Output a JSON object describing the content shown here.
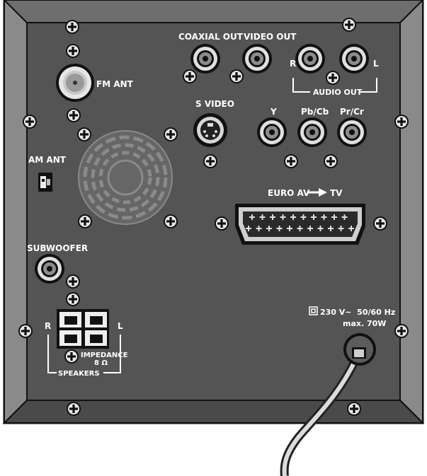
{
  "labels": {
    "coaxial_out": "COAXIAL OUT",
    "video_out": "VIDEO OUT",
    "fm_ant": "FM ANT",
    "audio_out": "AUDIO OUT",
    "audio_r": "R",
    "audio_l": "L",
    "s_video": "S VIDEO",
    "y": "Y",
    "pb_cb": "Pb/Cb",
    "pr_cr": "Pr/Cr",
    "am_ant": "AM ANT",
    "euro_av": "EURO AV",
    "tv": "TV",
    "subwoofer": "SUBWOOFER",
    "speakers": "SPEAKERS",
    "spk_r": "R",
    "spk_l": "L",
    "impedance": "IMPEDANCE",
    "ohms": "8 Ω",
    "power_rating": "230 V~  50/60 Hz",
    "max_power": "max. 70W"
  },
  "colors": {
    "panel": "#545454",
    "bevel": "#8a8a8a",
    "label": "#ffffff",
    "outline": "#111111"
  },
  "icons": [
    "screw-icon",
    "rca-jack-icon",
    "coax-antenna-icon",
    "s-video-icon",
    "scart-icon",
    "speaker-grille-icon",
    "double-insulation-icon"
  ]
}
